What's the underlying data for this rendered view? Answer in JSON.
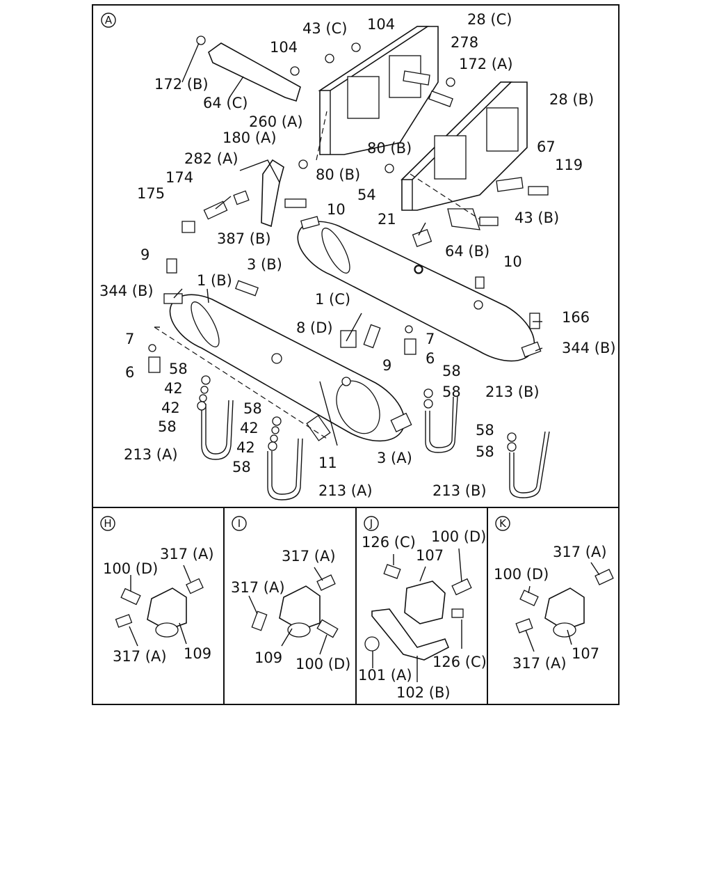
{
  "panels": {
    "main": "A",
    "h": "H",
    "i": "I",
    "j": "J",
    "k": "K"
  },
  "callouts_a": [
    "43 (C)",
    "104",
    "28 (C)",
    "104",
    "278",
    "172 (A)",
    "172 (B)",
    "64 (C)",
    "28 (B)",
    "260 (A)",
    "180 (A)",
    "80 (B)",
    "282 (A)",
    "174",
    "67",
    "119",
    "80 (B)",
    "175",
    "54",
    "10",
    "43 (B)",
    "387 (B)",
    "21",
    "64 (B)",
    "9",
    "3 (B)",
    "10",
    "1 (B)",
    "344 (B)",
    "1 (C)",
    "166",
    "8 (D)",
    "7",
    "7",
    "344 (B)",
    "9",
    "6",
    "6",
    "58",
    "58",
    "42",
    "58",
    "213 (B)",
    "42",
    "58",
    "58",
    "42",
    "213 (A)",
    "42",
    "58",
    "58",
    "11",
    "3 (A)",
    "58",
    "213 (A)",
    "213 (B)"
  ],
  "callouts_h": [
    "317 (A)",
    "100 (D)",
    "317 (A)",
    "109"
  ],
  "callouts_i": [
    "317 (A)",
    "317 (A)",
    "109",
    "100 (D)"
  ],
  "callouts_j": [
    "126 (C)",
    "100 (D)",
    "107",
    "126 (C)",
    "101 (A)",
    "102 (B)"
  ],
  "callouts_k": [
    "317 (A)",
    "100 (D)",
    "317 (A)",
    "107"
  ]
}
